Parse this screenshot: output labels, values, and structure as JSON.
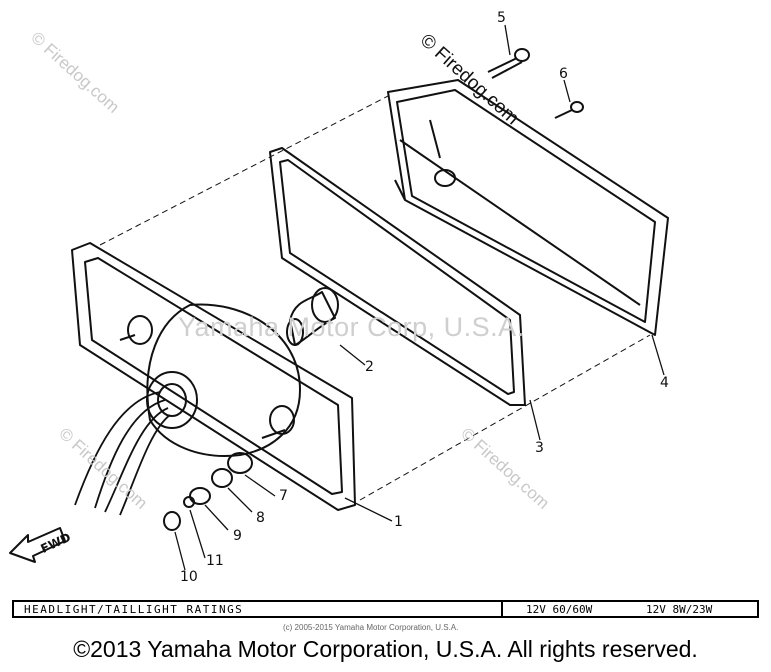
{
  "watermarks": {
    "site": "© Firedog.com",
    "center": "Yamaha Motor Corp, U.S.A."
  },
  "parts": [
    "1",
    "2",
    "3",
    "4",
    "5",
    "6",
    "7",
    "8",
    "9",
    "10",
    "11"
  ],
  "direction_label": "FWD",
  "ratings": {
    "title": "HEADLIGHT/TAILLIGHT RATINGS",
    "headlight": "12V 60/60W",
    "taillight": "12V 8W/23W"
  },
  "small_copyright": "(c) 2005-2015 Yamaha Motor Corporation, U.S.A.",
  "main_copyright": "©2013 Yamaha Motor Corporation, U.S.A. All rights reserved."
}
